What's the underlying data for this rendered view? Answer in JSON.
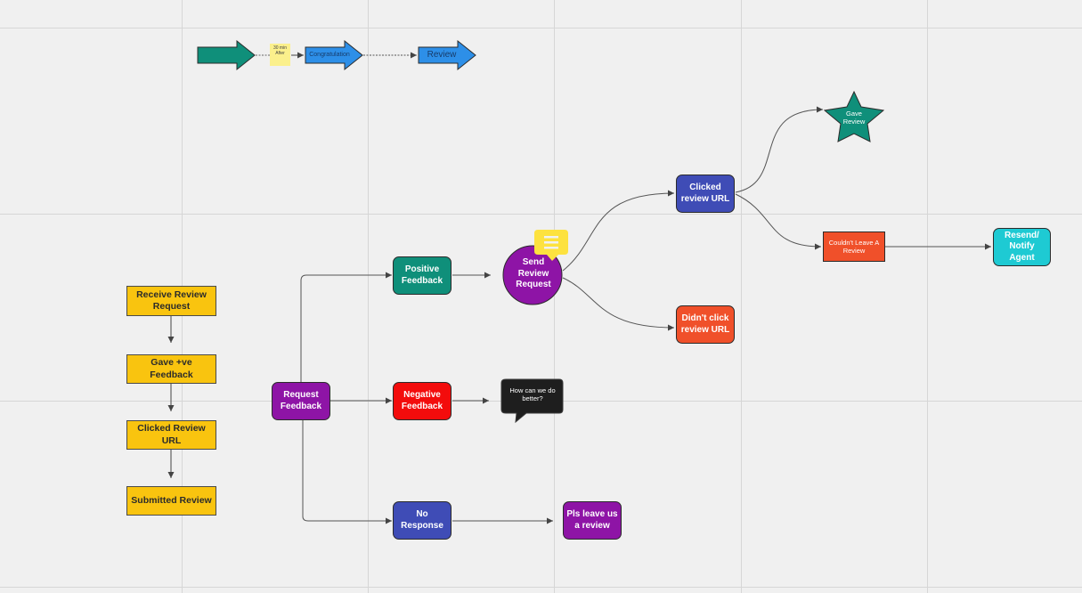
{
  "colors": {
    "background": "#f0f0f0",
    "grid": "#d6d6d6",
    "connector": "#555555",
    "yellow": "#f9c40f",
    "purple": "#8e14a6",
    "teal": "#0f8f7a",
    "red": "#f30c0c",
    "navy": "#3f4cb6",
    "orange_red": "#f0502a",
    "cyan": "#1ecad3",
    "black": "#1e1e1e",
    "blue_arrow": "#2d8fe8",
    "sticky": "#fbf08c"
  },
  "legend": {
    "sticky_note": "30 min After",
    "blue_arrow_1": "Congratulation",
    "blue_arrow_2": "Review"
  },
  "steps": {
    "receive_review_request": "Receive Review Request",
    "gave_positive_feedback": "Gave +ve Feedback",
    "clicked_review_url": "Clicked Review URL",
    "submitted_review": "Submitted Review"
  },
  "flow": {
    "request_feedback": "Request Feedback",
    "positive_feedback": "Positive Feedback",
    "negative_feedback": "Negative Feedback",
    "no_response": "No Response",
    "send_review_request": "Send Review Request",
    "how_can_we_do_better": "How can we do better?",
    "pls_leave_us_a_review": "Pls leave us a review",
    "clicked_review_url": "Clicked review URL",
    "didnt_click_review_url": "Didn't click review URL",
    "gave_review": "Gave Review",
    "couldnt_leave_a_review": "Couldn't Leave A Review",
    "resend_notify_agent": "Resend/ Notify Agent"
  },
  "icons": {
    "comment": "comment-icon"
  }
}
